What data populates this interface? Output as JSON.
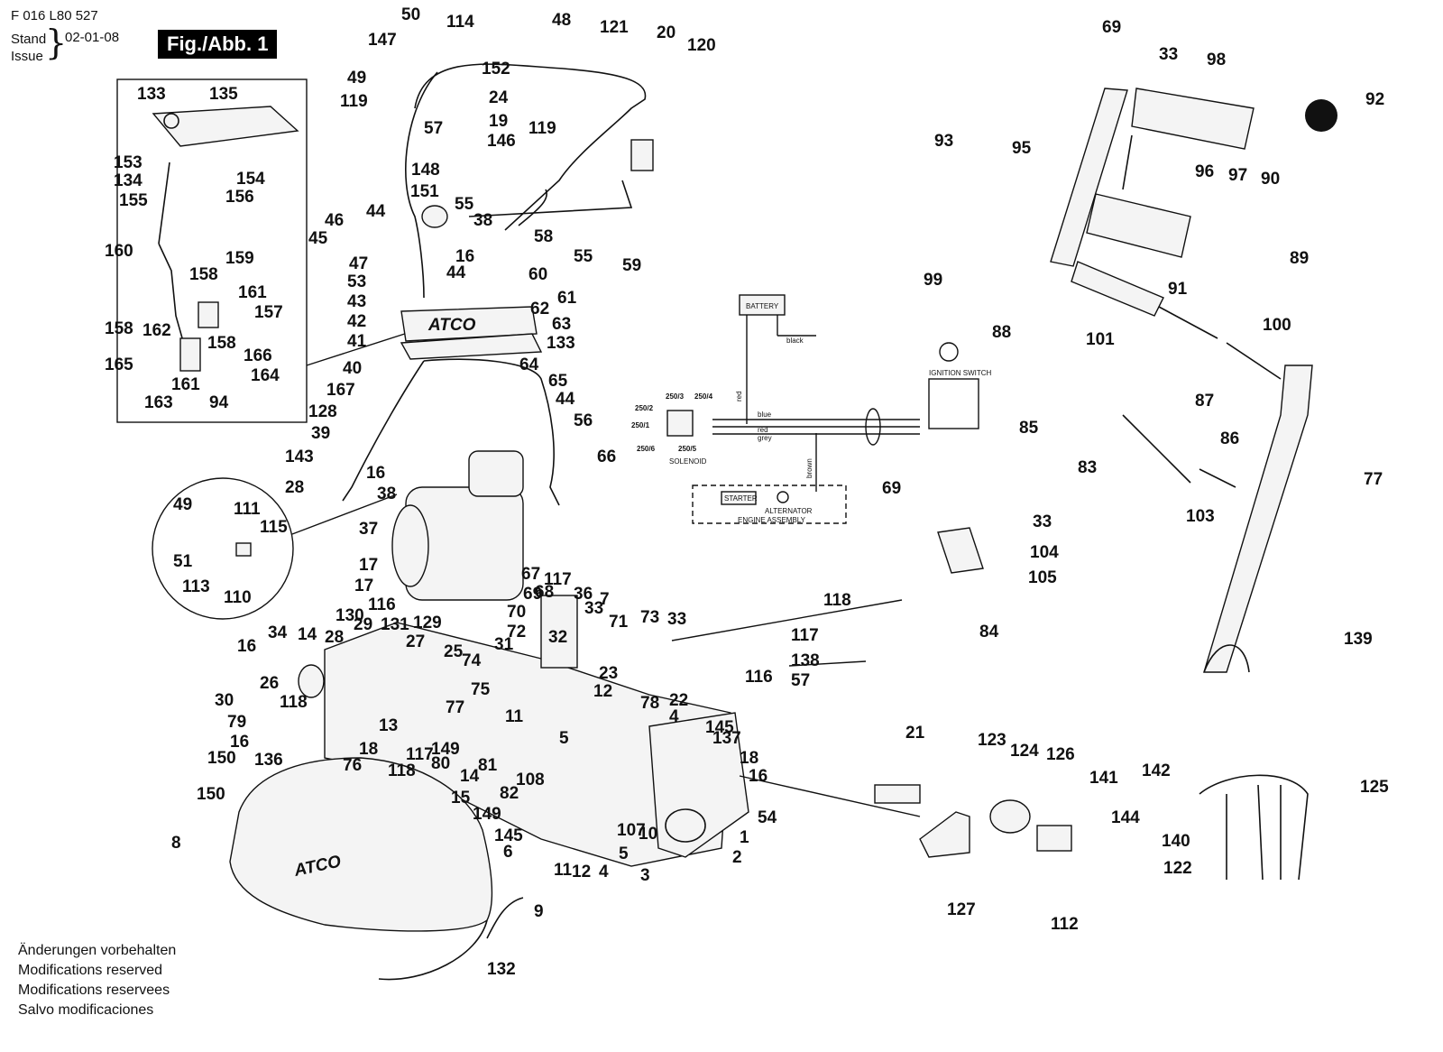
{
  "header": {
    "doc_number": "F 016 L80 527",
    "stand_label": "Stand",
    "issue_label": "Issue",
    "date": "02-01-08",
    "figure_label": "Fig./Abb. 1"
  },
  "footer": {
    "lines": [
      "Änderungen vorbehalten",
      "Modifications reserved",
      "Modifications reservees",
      "Salvo modificaciones"
    ]
  },
  "brand": "ATCO",
  "wiring": {
    "battery": "BATTERY",
    "black": "black",
    "red": "red",
    "blue": "blue",
    "grey": "grey",
    "brown": "brown",
    "starter": "STARTER",
    "alternator": "ALTERNATOR",
    "engine_assembly": "ENGINE ASSEMBLY",
    "solenoid": "SOLENOID",
    "ignition_switch": "IGNITION SWITCH",
    "terminals": [
      "250/3",
      "250/4",
      "250/2",
      "250/1",
      "250/6",
      "250/5"
    ]
  },
  "part_labels": [
    "50",
    "114",
    "48",
    "121",
    "20",
    "120",
    "147",
    "152",
    "24",
    "49",
    "119",
    "57",
    "19",
    "146",
    "119",
    "148",
    "151",
    "55",
    "38",
    "58",
    "46",
    "44",
    "45",
    "47",
    "16",
    "55",
    "44",
    "60",
    "59",
    "53",
    "61",
    "43",
    "62",
    "42",
    "63",
    "41",
    "133",
    "40",
    "64",
    "65",
    "167",
    "44",
    "128",
    "56",
    "39",
    "66",
    "143",
    "16",
    "28",
    "38",
    "37",
    "49",
    "111",
    "115",
    "51",
    "113",
    "110",
    "17",
    "17",
    "67",
    "117",
    "68",
    "36",
    "116",
    "129",
    "69",
    "33",
    "7",
    "130",
    "70",
    "71",
    "73",
    "33",
    "34",
    "14",
    "29",
    "131",
    "72",
    "32",
    "16",
    "28",
    "27",
    "25",
    "31",
    "26",
    "74",
    "23",
    "75",
    "12",
    "30",
    "118",
    "77",
    "78",
    "22",
    "11",
    "79",
    "4",
    "145",
    "16",
    "13",
    "5",
    "137",
    "18",
    "117",
    "149",
    "150",
    "136",
    "76",
    "118",
    "80",
    "18",
    "81",
    "16",
    "14",
    "108",
    "15",
    "82",
    "150",
    "149",
    "145",
    "6",
    "107",
    "5",
    "10",
    "8",
    "11",
    "12",
    "4",
    "3",
    "2",
    "1",
    "54",
    "9",
    "132",
    "133",
    "135",
    "153",
    "134",
    "154",
    "155",
    "156",
    "160",
    "159",
    "158",
    "161",
    "157",
    "158",
    "162",
    "158",
    "166",
    "165",
    "161",
    "164",
    "163",
    "94",
    "69",
    "33",
    "98",
    "92",
    "93",
    "95",
    "96",
    "97",
    "90",
    "99",
    "89",
    "91",
    "88",
    "101",
    "100",
    "87",
    "85",
    "86",
    "83",
    "77",
    "103",
    "69",
    "33",
    "104",
    "105",
    "84",
    "139",
    "118",
    "117",
    "138",
    "116",
    "57",
    "21",
    "123",
    "124",
    "126",
    "141",
    "142",
    "125",
    "144",
    "140",
    "122",
    "127",
    "112"
  ]
}
